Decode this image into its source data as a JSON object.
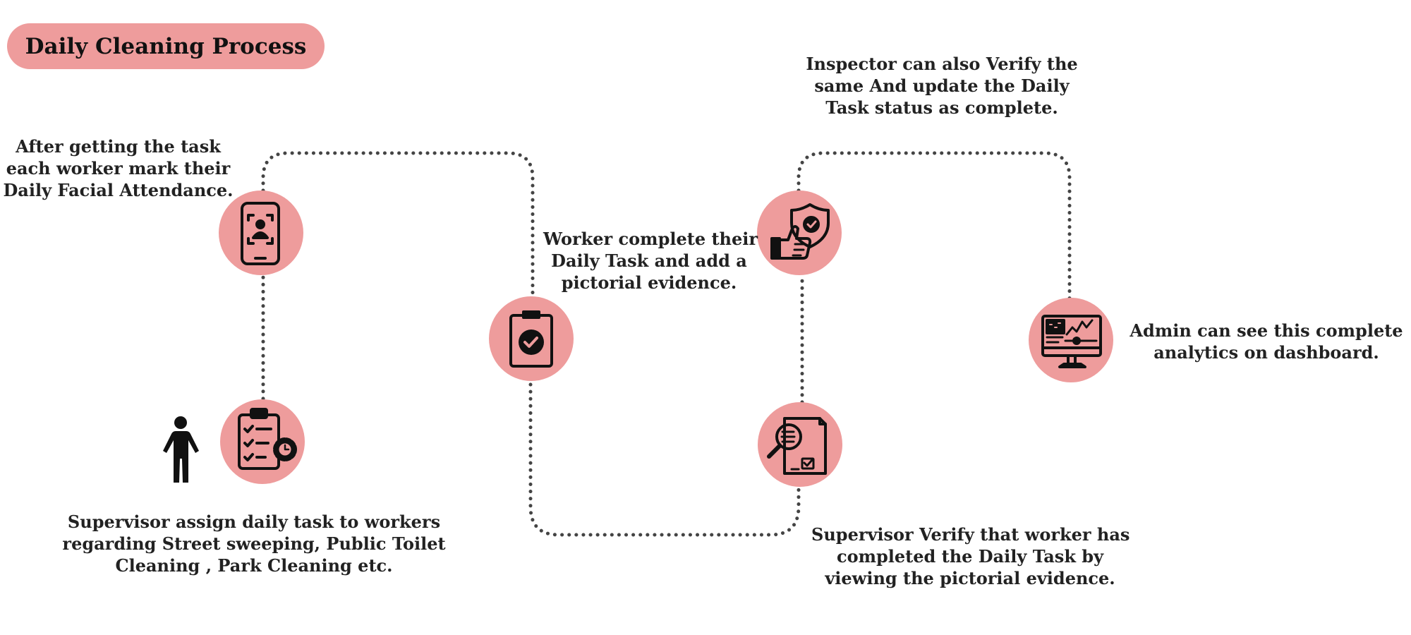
{
  "title": "Daily Cleaning Process",
  "colors": {
    "node_fill": "#ee9c9c",
    "icon_stroke": "#111111",
    "connector": "#444444",
    "text": "#222222"
  },
  "steps": [
    {
      "icon": "task-list-gear-icon",
      "lines": [
        "Supervisor assign daily task to workers",
        "regarding Street sweeping, Public Toilet",
        "Cleaning , Park Cleaning etc."
      ]
    },
    {
      "icon": "facial-attendance-phone-icon",
      "lines": [
        "After getting the task",
        "each worker mark their",
        "Daily Facial Attendance."
      ]
    },
    {
      "icon": "clipboard-check-icon",
      "lines": [
        "Worker complete their",
        "Daily Task and add a",
        "pictorial evidence."
      ]
    },
    {
      "icon": "document-magnifier-icon",
      "lines": [
        "Supervisor Verify that worker has",
        "completed the Daily Task by",
        "viewing the pictorial evidence."
      ]
    },
    {
      "icon": "shield-thumbs-up-icon",
      "lines": [
        "Inspector can also Verify the",
        "same  And update the Daily",
        "Task status as complete."
      ]
    },
    {
      "icon": "analytics-dashboard-icon",
      "lines": [
        "Admin can see this complete",
        "analytics on dashboard."
      ]
    }
  ],
  "worker_icon": "person-icon"
}
